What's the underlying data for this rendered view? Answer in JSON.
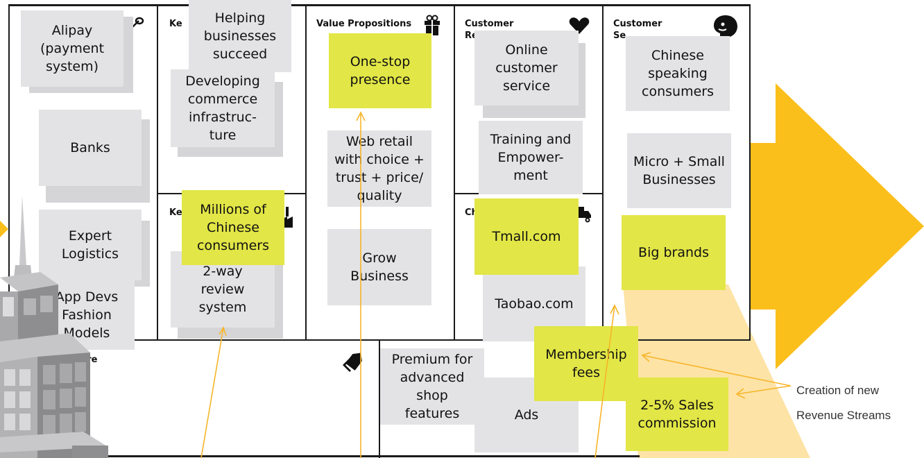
{
  "canvas": {
    "sections": {
      "key_partners": "",
      "key_activities": "Ke",
      "key_resources": "Ke",
      "value_propositions": "Value Propositions",
      "customer_relationships": "Customer\nRe",
      "channels": "Ch",
      "customer_segments": "Customer\nSe",
      "cost_structure": "ure",
      "revenue_streams": ""
    }
  },
  "notes": {
    "alipay": "Alipay\n(payment\nsystem)",
    "banks": "Banks",
    "expert_logistics": "Expert\nLogistics",
    "app_devs": "App Devs\nFashion\nModels",
    "helping_businesses": "Helping\nbusinesses\nsucceed",
    "developing_commerce": "Developing\ncommerce\ninfrastruc-\nture",
    "millions_consumers": "Millions of\nChinese\nconsumers",
    "review_system": "2-way\nreview\nsystem",
    "one_stop": "One-stop\npresence",
    "web_retail": "Web retail\nwith choice +\ntrust + price/\nquality",
    "grow_business": "Grow\nBusiness",
    "online_service": "Online\ncustomer\nservice",
    "training": "Training and\nEmpower-\nment",
    "tmall": "Tmall.com",
    "taobao": "Taobao.com",
    "chinese_speaking": "Chinese\nspeaking\nconsumers",
    "micro_small": "Micro + Small\nBusinesses",
    "big_brands": "Big brands",
    "premium": "Premium for\nadvanced\nshop\nfeatures",
    "ads": "Ads",
    "membership": "Membership\nfees",
    "sales_commission": "2-5% Sales\ncommission"
  },
  "annotation": {
    "line1": "Creation of new",
    "line2": "Revenue Streams"
  },
  "icons": {
    "key_partners": "link-icon",
    "value_propositions": "gift-icon",
    "customer_relationships": "heart-icon",
    "channels": "truck-icon",
    "customer_segments": "person-icon",
    "cost_structure": "tag-icon",
    "key_resources": "factory-icon"
  },
  "colors": {
    "sticky_yellow": "#e2e646",
    "sticky_grey": "#e3e3e5",
    "arrow_orange": "#fbbf1c",
    "light_wedge": "#fde3a6",
    "pointer_lines": "#f7b529"
  }
}
